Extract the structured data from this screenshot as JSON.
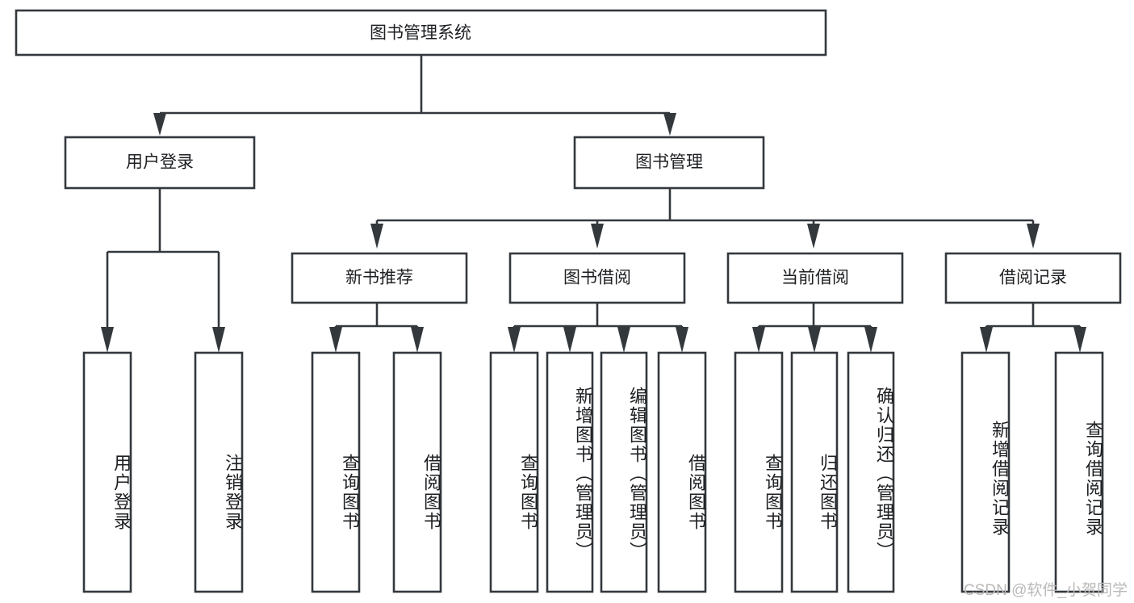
{
  "diagram": {
    "title": "图书管理系统",
    "type": "tree-hierarchy",
    "colors": {
      "stroke": "#33383d",
      "fill": "#ffffff",
      "text": "#1d1f22",
      "watermark": "#b9b9b9",
      "background": "#ffffff"
    },
    "levels": {
      "root": {
        "label": "图书管理系统"
      },
      "level2": [
        {
          "label": "用户登录"
        },
        {
          "label": "图书管理"
        }
      ],
      "level3": [
        {
          "label": "新书推荐"
        },
        {
          "label": "图书借阅"
        },
        {
          "label": "当前借阅"
        },
        {
          "label": "借阅记录"
        }
      ],
      "leaves_user_login": [
        {
          "label": "用户登录"
        },
        {
          "label": "注销登录"
        }
      ],
      "leaves_new_book": [
        {
          "label": "查询图书"
        },
        {
          "label": "借阅图书"
        }
      ],
      "leaves_borrow": [
        {
          "label": "查询图书"
        },
        {
          "label": "新增图书（管理员）"
        },
        {
          "label": "编辑图书（管理员）"
        },
        {
          "label": "借阅图书"
        }
      ],
      "leaves_current": [
        {
          "label": "查询图书"
        },
        {
          "label": "归还图书"
        },
        {
          "label": "确认归还（管理员）"
        }
      ],
      "leaves_records": [
        {
          "label": "新增借阅记录"
        },
        {
          "label": "查询借阅记录"
        }
      ]
    }
  },
  "watermark": {
    "text": "CSDN @软件_小贺同学"
  }
}
